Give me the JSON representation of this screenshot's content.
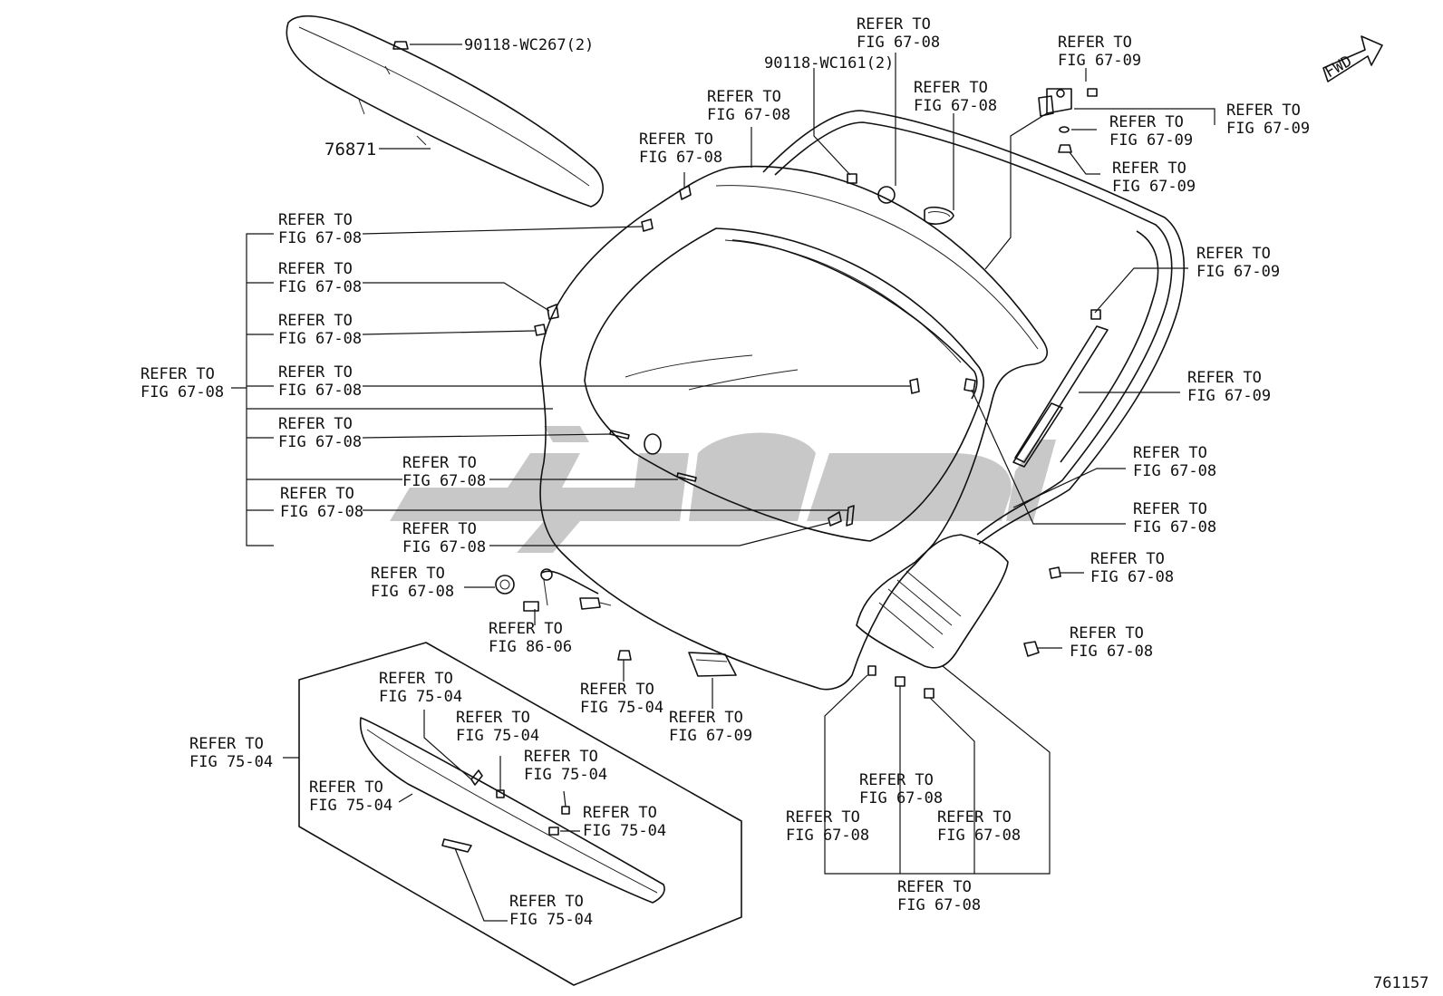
{
  "diagram_code": "761157",
  "fwd_label": "FWD",
  "refer_text": "REFER TO",
  "part_numbers": {
    "spoiler": "76871",
    "clip_top": "90118-WC267(2)",
    "clip_door": "90118-WC161(2)"
  },
  "callouts": [
    {
      "id": "c1",
      "fig": "FIG 67-08"
    },
    {
      "id": "c2",
      "fig": "FIG 67-09"
    },
    {
      "id": "c3",
      "fig": "FIG 67-08"
    },
    {
      "id": "c4",
      "fig": "FIG 67-09"
    },
    {
      "id": "c5",
      "fig": "FIG 67-09"
    },
    {
      "id": "c6",
      "fig": "FIG 67-08"
    },
    {
      "id": "c7",
      "fig": "FIG 67-09"
    },
    {
      "id": "c8",
      "fig": "FIG 67-08"
    },
    {
      "id": "c9",
      "fig": "FIG 67-09"
    },
    {
      "id": "c10",
      "fig": "FIG 67-09"
    },
    {
      "id": "c11",
      "fig": "FIG 67-08"
    },
    {
      "id": "c12",
      "fig": "FIG 67-08"
    },
    {
      "id": "c13",
      "fig": "FIG 67-08"
    },
    {
      "id": "c14",
      "fig": "FIG 67-08"
    },
    {
      "id": "c15",
      "fig": "FIG 67-08"
    },
    {
      "id": "c16",
      "fig": "FIG 67-08"
    },
    {
      "id": "c17",
      "fig": "FIG 67-08"
    },
    {
      "id": "c18",
      "fig": "FIG 67-08"
    },
    {
      "id": "c19",
      "fig": "FIG 67-08"
    },
    {
      "id": "c20",
      "fig": "FIG 67-08"
    },
    {
      "id": "c21",
      "fig": "FIG 67-08"
    },
    {
      "id": "c22",
      "fig": "FIG 67-08"
    },
    {
      "id": "c23",
      "fig": "FIG 67-08"
    },
    {
      "id": "c24",
      "fig": "FIG 86-06"
    },
    {
      "id": "c25",
      "fig": "FIG 75-04"
    },
    {
      "id": "c26",
      "fig": "FIG 67-09"
    },
    {
      "id": "c27",
      "fig": "FIG 67-08"
    },
    {
      "id": "c28",
      "fig": "FIG 67-08"
    },
    {
      "id": "c29",
      "fig": "FIG 67-08"
    },
    {
      "id": "c30",
      "fig": "FIG 67-08"
    },
    {
      "id": "c31",
      "fig": "FIG 67-08"
    },
    {
      "id": "c32",
      "fig": "FIG 75-04"
    },
    {
      "id": "c33",
      "fig": "FIG 75-04"
    },
    {
      "id": "c34",
      "fig": "FIG 75-04"
    },
    {
      "id": "c35",
      "fig": "FIG 75-04"
    },
    {
      "id": "c36",
      "fig": "FIG 75-04"
    },
    {
      "id": "c37",
      "fig": "FIG 75-04"
    },
    {
      "id": "c38",
      "fig": "FIG 75-04"
    }
  ]
}
